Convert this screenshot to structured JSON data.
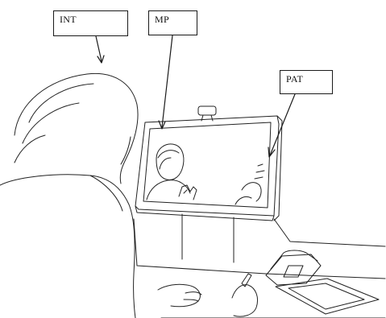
{
  "labels": {
    "int": "INT",
    "mp": "MP",
    "pat": "PAT"
  },
  "colors": {
    "line": "#1a1a1a",
    "background": "#ffffff"
  }
}
